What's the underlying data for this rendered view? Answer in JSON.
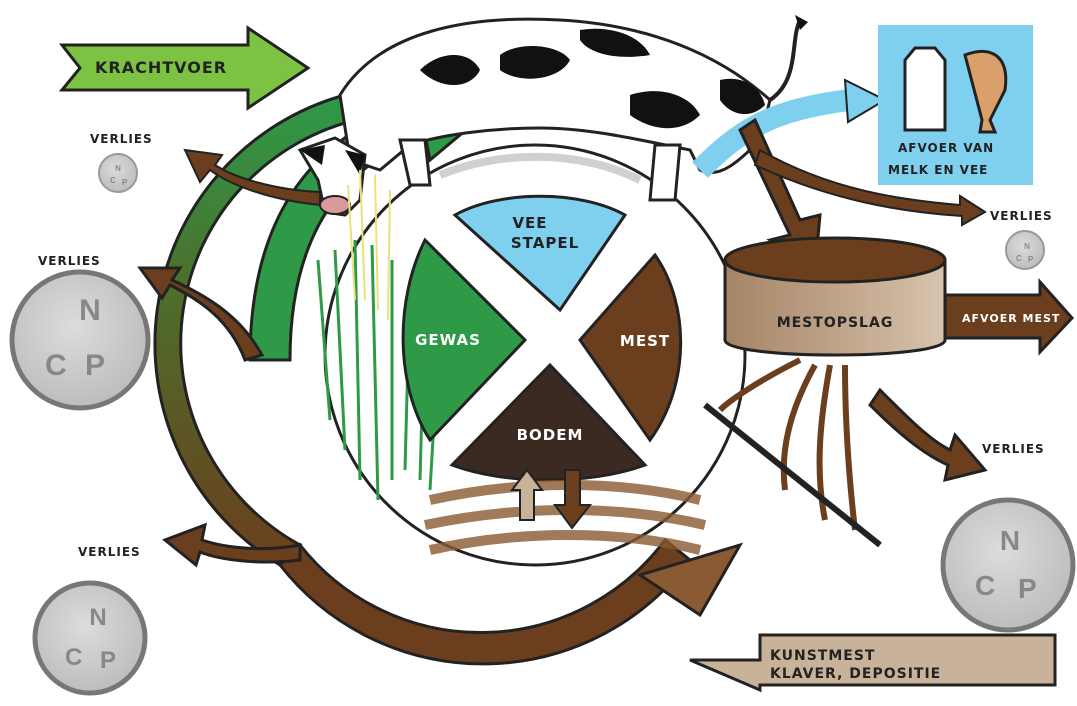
{
  "diagram": {
    "sectors": {
      "veestapel": [
        "VEE",
        "STAPEL"
      ],
      "gewas": "GEWAS",
      "mest": "MEST",
      "bodem": "BODEM"
    },
    "arrows": {
      "krachtvoer": "KRACHTVOER",
      "afvoer_mest": "AFVOER MEST",
      "kunstmest": [
        "KUNSTMEST",
        "KLAVER, DEPOSITIE"
      ]
    },
    "afvoer_box": [
      "AFVOER VAN",
      "MELK EN VEE"
    ],
    "mestopslag": "MESTOPSLAG",
    "verlies_label": "VERLIES",
    "nutrients": {
      "n": "N",
      "c": "C",
      "p": "P"
    }
  },
  "colors": {
    "green": "#2e9a48",
    "light_green": "#7dc242",
    "blue": "#7fd0ee",
    "brown": "#6b3f1e",
    "dark_brown": "#3b2a22",
    "tan": "#c9b29a",
    "grey": "#c8c8c8"
  }
}
